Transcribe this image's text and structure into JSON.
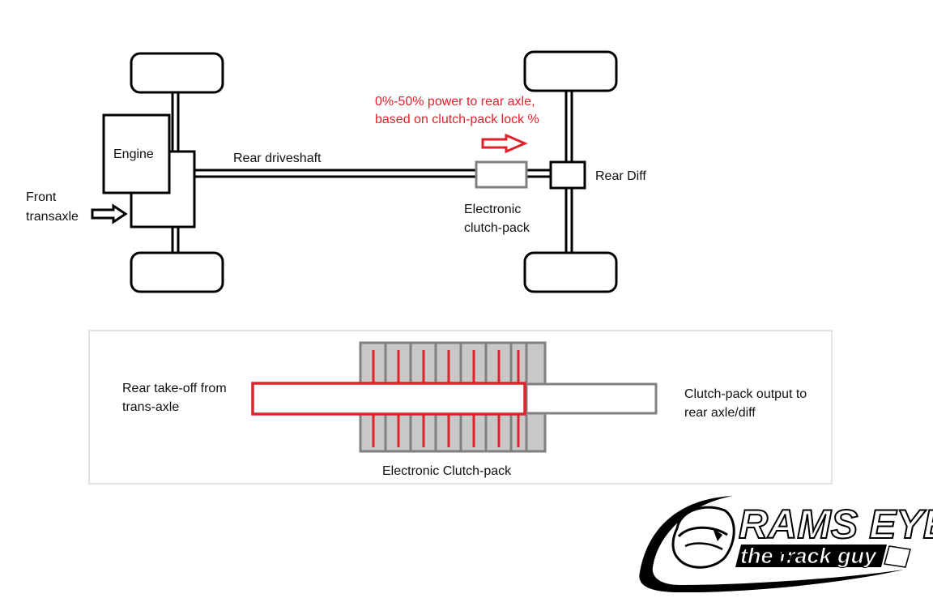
{
  "diagram": {
    "drivetrain": {
      "engine_label": "Engine",
      "front_transaxle_label": [
        "Front",
        "transaxle"
      ],
      "driveshaft_label": "Rear driveshaft",
      "clutch_pack_label": [
        "Electronic",
        "clutch-pack"
      ],
      "rear_diff_label": "Rear Diff",
      "power_note": [
        "0%-50% power to rear axle,",
        "based on clutch-pack lock %"
      ]
    },
    "clutch_detail": {
      "input_label": [
        "Rear take-off from",
        "trans-axle"
      ],
      "output_label": [
        "Clutch-pack output to",
        "rear axle/diff"
      ],
      "caption": "Electronic Clutch-pack"
    },
    "colors": {
      "line": "#000000",
      "highlight": "#e0222a",
      "clutch_gray": "#808080",
      "clutch_fill": "#c8c8c8"
    }
  },
  "logo": {
    "title": "RAMS EYE",
    "subtitle": "the track guy"
  }
}
